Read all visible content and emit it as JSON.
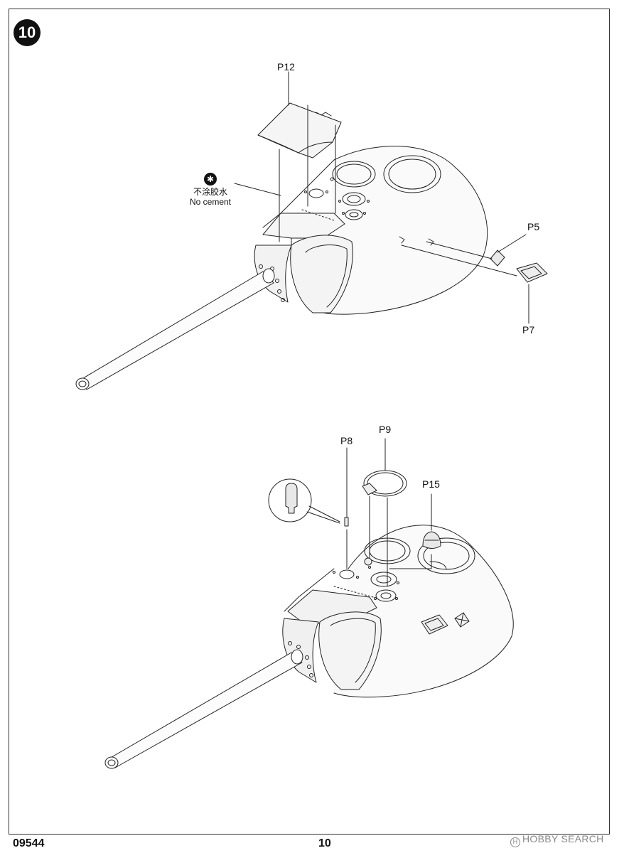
{
  "step": {
    "number": "10"
  },
  "parts": {
    "p12": "P12",
    "p5": "P5",
    "p7": "P7",
    "p8": "P8",
    "p9": "P9",
    "p15": "P15"
  },
  "note": {
    "icon": "no-cement-icon",
    "chinese": "不涂胶水",
    "english": "No cement"
  },
  "footer": {
    "product_code": "09544",
    "page_number": "10"
  },
  "watermark": {
    "text": "HOBBY SEARCH"
  }
}
